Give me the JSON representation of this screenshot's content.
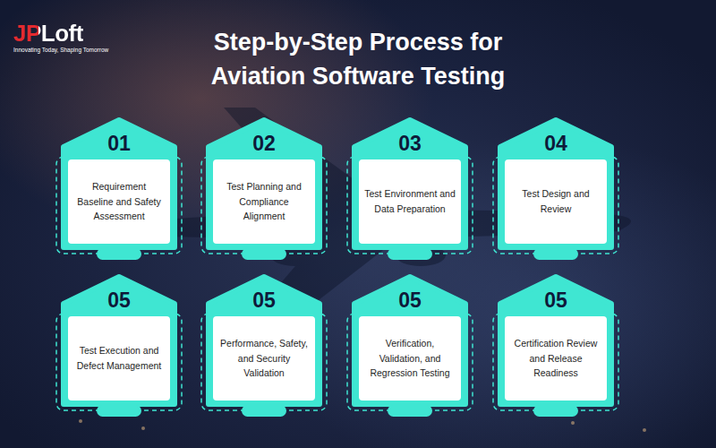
{
  "diagram": {
    "title": "Step-by-Step Process for Aviation Software Testing",
    "nodes": [
      {
        "text": [
          "01",
          "Requirement Baseline and Safety Assessment"
        ]
      },
      {
        "text": [
          "02",
          "Test Planning and Compliance Alignment"
        ]
      },
      {
        "text": [
          "03",
          "Test Environment and Data Preparation"
        ]
      },
      {
        "text": [
          "04",
          "Test Design and Review"
        ]
      },
      {
        "text": [
          "05",
          "Test Execution and Defect Management"
        ]
      },
      {
        "text": [
          "05",
          "Performance, Safety, and Security Validation"
        ]
      },
      {
        "text": [
          "05",
          "Verification, Validation, and Regression Testing"
        ]
      },
      {
        "text": [
          "05",
          "Certification Review and Release Readiness"
        ]
      }
    ],
    "labels": [
      "JPLoft",
      "Innovating Today, Shaping Tomorrow"
    ]
  }
}
